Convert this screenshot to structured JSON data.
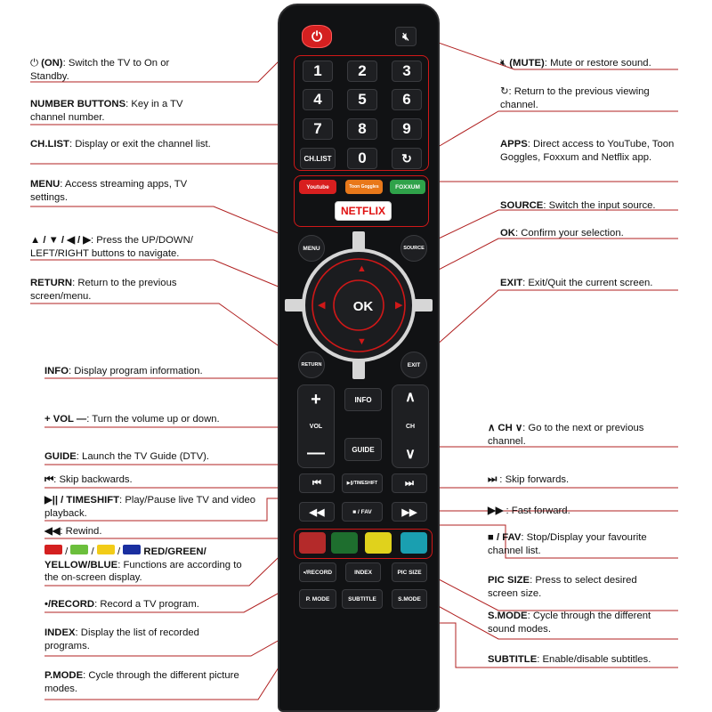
{
  "remote": {
    "numbers": [
      "1",
      "2",
      "3",
      "4",
      "5",
      "6",
      "7",
      "8",
      "9",
      "0"
    ],
    "chlist": "CH.LIST",
    "apps": [
      "Youtube",
      "Toon Goggles",
      "FOXXUM"
    ],
    "netflix": "NETFLIX",
    "menu": "MENU",
    "source": "SOURCE",
    "ok": "OK",
    "return": "RETURN",
    "exit": "EXIT",
    "info": "INFO",
    "vol": "VOL",
    "ch": "CH",
    "guide": "GUIDE",
    "timeshift": "▶||/TIMESHIFT",
    "fav": "■ / FAV",
    "record": "•/RECORD",
    "index": "INDEX",
    "pic_size": "PIC SIZE",
    "p_mode": "P. MODE",
    "subtitle": "SUBTITLE",
    "s_mode": "S.MODE",
    "colors": {
      "power": "#d42020",
      "red": "#b42a2a",
      "green": "#1e6e2e",
      "yellow": "#e0d21c",
      "blue": "#1a9fb0",
      "youtube": "#d81f1f",
      "toon": "#e8781a",
      "foxxum": "#2fa24a",
      "netflix": "#e01010",
      "ring": "#d01818"
    }
  },
  "left": {
    "on": {
      "key": "(ON)",
      "desc": ": Switch the TV to On or Standby."
    },
    "numbers": {
      "key": "NUMBER BUTTONS",
      "desc": ": Key in a TV channel number."
    },
    "chlist": {
      "key": "CH.LIST",
      "desc": ": Display or exit the channel list."
    },
    "menu": {
      "key": "MENU",
      "desc": ": Access streaming apps, TV settings."
    },
    "nav": {
      "key": "▲ / ▼ / ◀ / ▶",
      "desc": ": Press the UP/DOWN/ LEFT/RIGHT buttons to navigate."
    },
    "return": {
      "key": "RETURN",
      "desc": ": Return to the previous screen/menu."
    },
    "info": {
      "key": "INFO",
      "desc": ": Display program information."
    },
    "vol": {
      "key": "+ VOL —",
      "desc": ": Turn the volume up or down."
    },
    "guide": {
      "key": "GUIDE",
      "desc": ": Launch the TV Guide (DTV)."
    },
    "skipback": {
      "key": "⏮",
      "desc": ": Skip backwards."
    },
    "timeshift": {
      "key": "▶|| / TIMESHIFT",
      "desc": ": Play/Pause live TV and video playback."
    },
    "rewind": {
      "key": "◀◀",
      "desc": ": Rewind."
    },
    "colorkeys": {
      "key": "RED/GREEN/ YELLOW/BLUE",
      "desc": ": Functions are according to the on-screen display."
    },
    "record": {
      "key": "•/RECORD",
      "desc": ": Record a TV program."
    },
    "index": {
      "key": "INDEX",
      "desc": ": Display the list of recorded programs."
    },
    "pmode": {
      "key": "P.MODE",
      "desc": ": Cycle through the different picture modes."
    }
  },
  "right": {
    "mute": {
      "key": "(MUTE)",
      "desc": ": Mute or restore sound."
    },
    "back": {
      "desc": ": Return to the previous viewing channel."
    },
    "apps": {
      "key": "APPS",
      "desc": ": Direct access to YouTube, Toon Goggles, Foxxum and Netflix app."
    },
    "source": {
      "key": "SOURCE",
      "desc": ": Switch the input source."
    },
    "ok": {
      "key": "OK",
      "desc": ": Confirm your selection."
    },
    "exit": {
      "key": "EXIT",
      "desc": ": Exit/Quit the current screen."
    },
    "ch": {
      "key": "∧ CH ∨",
      "desc": ": Go to the next or previous channel."
    },
    "skipfwd": {
      "key": "⏭",
      "desc": " : Skip forwards."
    },
    "ffwd": {
      "key": "▶▶",
      "desc": " : Fast forward."
    },
    "fav": {
      "key": "■ / FAV",
      "desc": ": Stop/Display your favourite channel list."
    },
    "picsize": {
      "key": "PIC SIZE",
      "desc": ": Press to select desired screen size."
    },
    "smode": {
      "key": "S.MODE",
      "desc": ": Cycle through the different sound modes."
    },
    "subtitle": {
      "key": "SUBTITLE",
      "desc": ": Enable/disable subtitles."
    }
  }
}
